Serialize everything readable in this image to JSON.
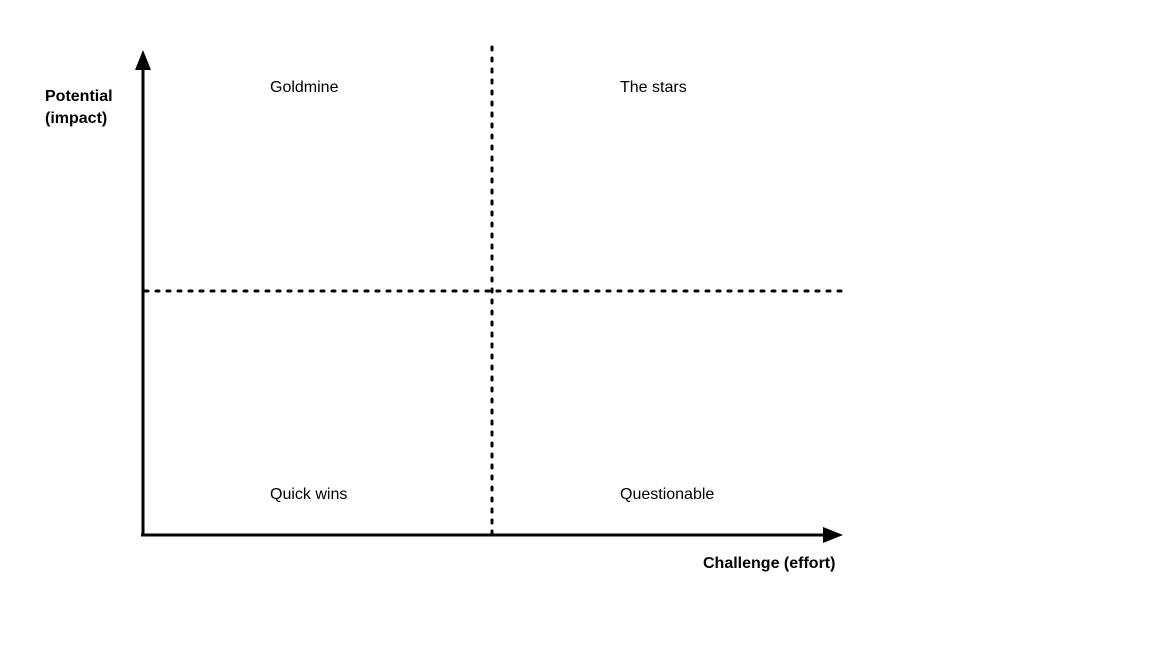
{
  "axes": {
    "y_label_line1": "Potential",
    "y_label_line2": "(impact)",
    "x_label": "Challenge (effort)"
  },
  "quadrants": {
    "top_left": "Goldmine",
    "top_right": "The stars",
    "bottom_left": "Quick wins",
    "bottom_right": "Questionable"
  },
  "colors": {
    "ink": "#000000",
    "background": "#ffffff"
  }
}
